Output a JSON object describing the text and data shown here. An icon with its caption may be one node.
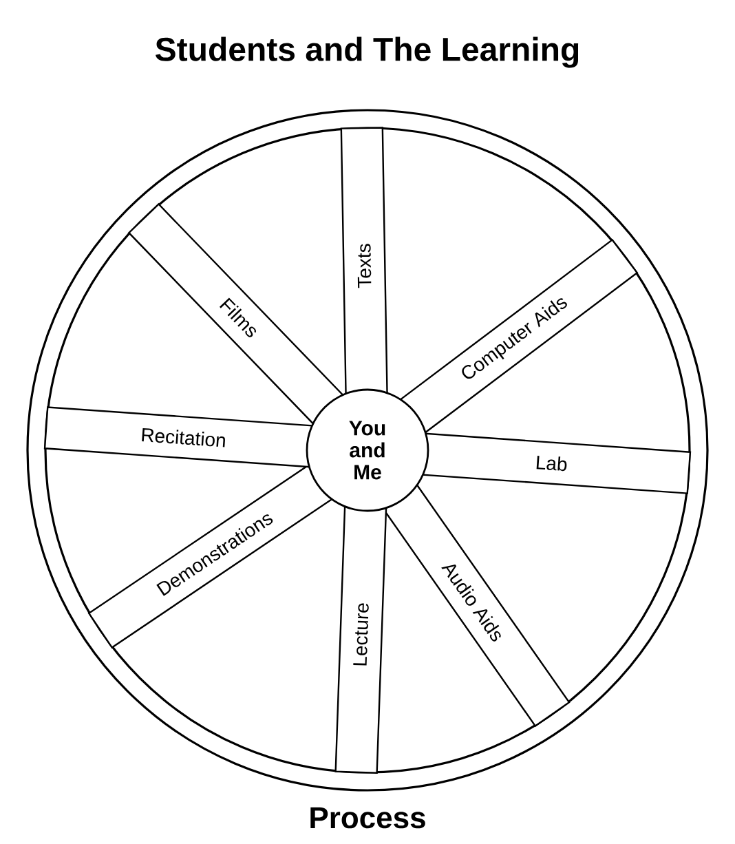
{
  "diagram": {
    "title": "Students and The Learning",
    "nodes": [
      {
        "text": [
          "You and Me"
        ]
      },
      {
        "text": [
          "Texts"
        ]
      },
      {
        "text": [
          "Computer Aids"
        ]
      },
      {
        "text": [
          "Lab"
        ]
      },
      {
        "text": [
          "Audio Aids"
        ]
      },
      {
        "text": [
          "Lecture"
        ]
      },
      {
        "text": [
          "Demonstrations"
        ]
      },
      {
        "text": [
          "Recitation"
        ]
      },
      {
        "text": [
          "Films"
        ]
      }
    ],
    "labels": [
      "Process"
    ]
  }
}
